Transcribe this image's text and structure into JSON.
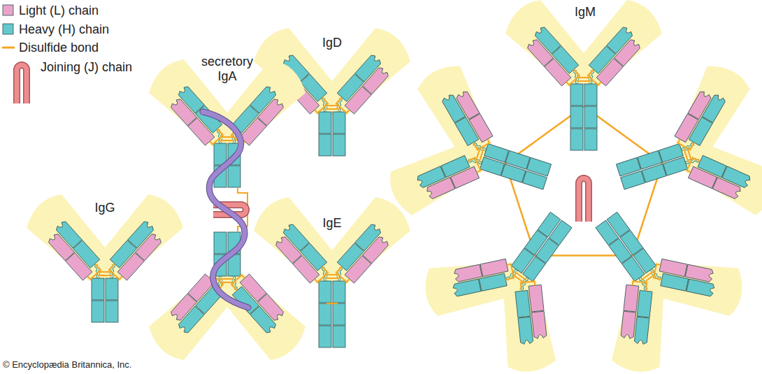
{
  "diagram": {
    "labels": [
      "IgM",
      "secretory IgA",
      "IgD",
      "IgG",
      "IgE",
      "© Encyclopædia Britannica, Inc."
    ],
    "legend": [
      {
        "text": "Light (L) chain",
        "color": "#eaa4cb"
      },
      {
        "text": "Heavy (H) chain",
        "color": "#63c9cc"
      },
      {
        "text": "Disulfide bond"
      },
      {
        "text": "Joining (J) chain"
      }
    ]
  }
}
